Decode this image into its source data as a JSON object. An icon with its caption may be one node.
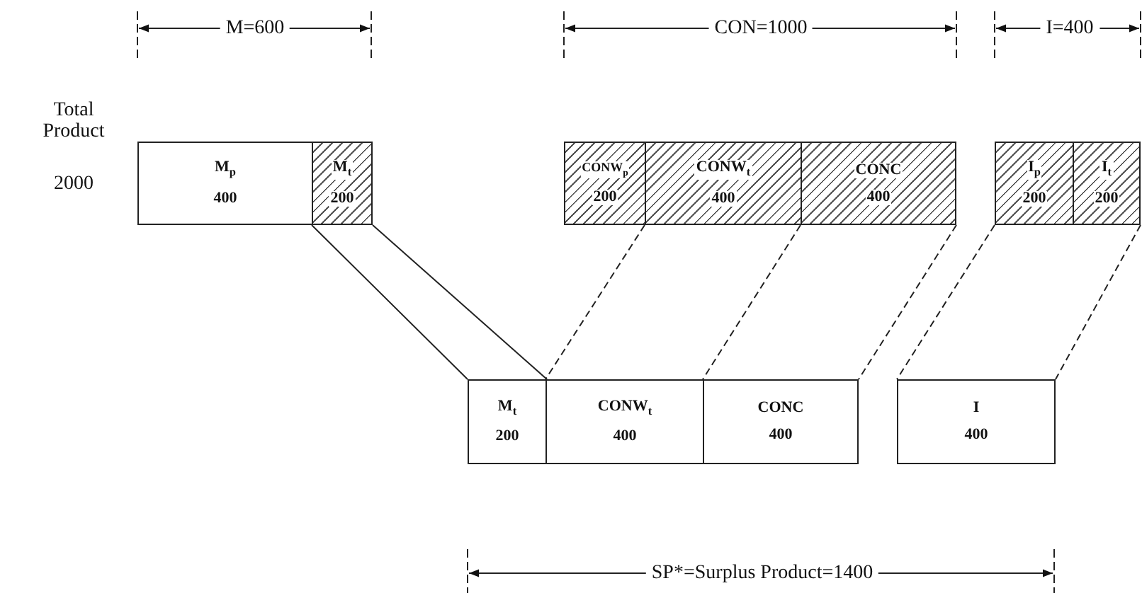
{
  "diagram": {
    "nodes": [
      {
        "text": [
          "M$_{p}$",
          "400"
        ]
      },
      {
        "text": [
          "M$_{t}$",
          "200"
        ]
      },
      {
        "text": [
          "CONW$_{p}$",
          "200"
        ]
      },
      {
        "text": [
          "CONW$_{t}$",
          "400"
        ]
      },
      {
        "text": [
          "CONC",
          "400"
        ]
      },
      {
        "text": [
          "I$_{p}$",
          "200"
        ]
      },
      {
        "text": [
          "I$_{t}$",
          "200"
        ]
      },
      {
        "text": [
          "M$_{t}$",
          "200"
        ]
      },
      {
        "text": [
          "CONW$_{t}$",
          "400"
        ]
      },
      {
        "text": [
          "CONC",
          "400"
        ]
      },
      {
        "text": [
          "I",
          "400"
        ]
      }
    ],
    "edges": [
      {
        "from": 1,
        "to": 7,
        "arrow": "none"
      },
      {
        "from": 1,
        "to": 7,
        "arrow": "none"
      },
      {
        "from": 3,
        "to": 8,
        "arrow": "none",
        "style": "dashed"
      },
      {
        "from": 4,
        "to": 9,
        "arrow": "none",
        "style": "dashed"
      },
      {
        "from": 4,
        "to": 9,
        "arrow": "none",
        "style": "dashed"
      },
      {
        "from": 5,
        "to": 10,
        "arrow": "none",
        "style": "dashed"
      },
      {
        "from": 6,
        "to": 10,
        "arrow": "none",
        "style": "dashed"
      }
    ],
    "labels": [
      "M=600",
      "CON=1000",
      "I=400",
      "Total Product",
      "2000",
      "SP*=Surplus Product=1400"
    ]
  }
}
